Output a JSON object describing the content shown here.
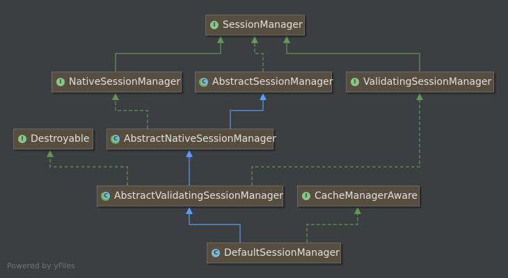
{
  "nodes": {
    "session_manager": {
      "label": "SessionManager",
      "kind": "interface",
      "badge": "I"
    },
    "native_session_manager": {
      "label": "NativeSessionManager",
      "kind": "interface",
      "badge": "I"
    },
    "abstract_session_manager": {
      "label": "AbstractSessionManager",
      "kind": "abstract",
      "badge": "C"
    },
    "validating_session_manager": {
      "label": "ValidatingSessionManager",
      "kind": "interface",
      "badge": "I"
    },
    "destroyable": {
      "label": "Destroyable",
      "kind": "interface",
      "badge": "I"
    },
    "abstract_native_session_manager": {
      "label": "AbstractNativeSessionManager",
      "kind": "abstract",
      "badge": "C"
    },
    "abstract_validating_session_manager": {
      "label": "AbstractValidatingSessionManager",
      "kind": "abstract",
      "badge": "C"
    },
    "cache_manager_aware": {
      "label": "CacheManagerAware",
      "kind": "interface",
      "badge": "I"
    },
    "default_session_manager": {
      "label": "DefaultSessionManager",
      "kind": "class",
      "badge": "C"
    }
  },
  "edges": [
    {
      "from": "native_session_manager",
      "to": "session_manager",
      "type": "extends-interface"
    },
    {
      "from": "abstract_session_manager",
      "to": "session_manager",
      "type": "implements"
    },
    {
      "from": "validating_session_manager",
      "to": "session_manager",
      "type": "extends-interface"
    },
    {
      "from": "abstract_native_session_manager",
      "to": "native_session_manager",
      "type": "implements"
    },
    {
      "from": "abstract_native_session_manager",
      "to": "abstract_session_manager",
      "type": "extends-class"
    },
    {
      "from": "abstract_validating_session_manager",
      "to": "destroyable",
      "type": "implements"
    },
    {
      "from": "abstract_validating_session_manager",
      "to": "abstract_native_session_manager",
      "type": "extends-class"
    },
    {
      "from": "abstract_validating_session_manager",
      "to": "validating_session_manager",
      "type": "implements"
    },
    {
      "from": "default_session_manager",
      "to": "abstract_validating_session_manager",
      "type": "extends-class"
    },
    {
      "from": "default_session_manager",
      "to": "cache_manager_aware",
      "type": "implements"
    }
  ],
  "colors": {
    "background": "#3c3f41",
    "node_fill": "#574e3f",
    "interface_edge": "#629755",
    "class_edge": "#589df6"
  },
  "footer": "Powered by yFiles"
}
